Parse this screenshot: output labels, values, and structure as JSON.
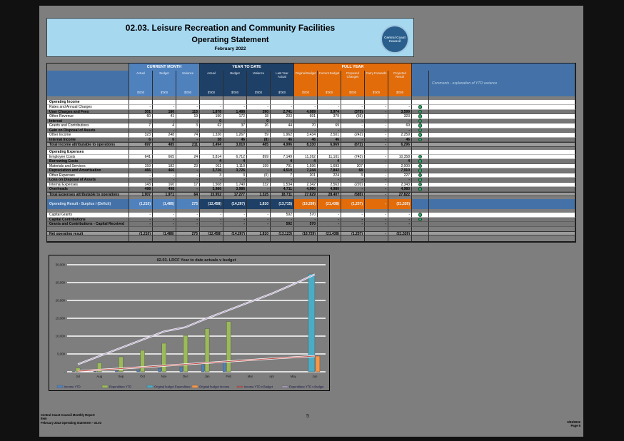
{
  "header": {
    "title_line1": "02.03.  Leisure Recreation and Community Facilities",
    "title_line2": "Operating Statement",
    "date": "February 2022",
    "logo_text": "Central Coast Council"
  },
  "table": {
    "groups": [
      {
        "label": "CURRENT MONTH",
        "cols": 3,
        "color": "#4f81bd"
      },
      {
        "label": "YEAR TO DATE",
        "cols": 4,
        "color": "#1f4066"
      },
      {
        "label": "FULL YEAR",
        "cols": 5,
        "color": "#e36c0a"
      }
    ],
    "comments_header": "Comments - explanation of YTD variance",
    "columns": [
      {
        "group": "Current Month",
        "title": "Actual",
        "unit": "$'000"
      },
      {
        "group": "Current Month",
        "title": "Budget",
        "unit": "$'000"
      },
      {
        "group": "Current Month",
        "title": "Variance",
        "unit": "$'000"
      },
      {
        "group": "Year to Date",
        "title": "Actual",
        "unit": "$'000"
      },
      {
        "group": "Year to Date",
        "title": "Budget",
        "unit": "$'000"
      },
      {
        "group": "Year to Date",
        "title": "Variance",
        "unit": "$'000"
      },
      {
        "group": "Year to Date",
        "title": "Last Year Actual",
        "unit": "$'000"
      },
      {
        "group": "Full Year",
        "title": "Original Budget",
        "unit": "$'000"
      },
      {
        "group": "Full Year",
        "title": "Current Budget",
        "unit": "$'000"
      },
      {
        "group": "Full Year",
        "title": "Proposed Changes",
        "unit": "$'000"
      },
      {
        "group": "Full Year",
        "title": "Carry Forwards",
        "unit": "$'000"
      },
      {
        "group": "Full Year",
        "title": "Projected Result",
        "unit": "$'000"
      }
    ],
    "sections": [
      {
        "header": "Operating Income",
        "rows": [
          {
            "label": "Rates and Annual Charges",
            "style": "light",
            "dot": true,
            "values": [
              "-",
              "-",
              "-",
              "-",
              "-",
              "-",
              "-",
              "-",
              "-",
              "-",
              "-",
              "-"
            ]
          },
          {
            "label": "User Charges and Fees",
            "style": "dark",
            "dot": true,
            "values": [
              "301",
              "186",
              "115",
              "1,878",
              "1,488",
              "390",
              "2,741",
              "4,089",
              "3,974",
              "(375)",
              "-",
              "3,599"
            ]
          },
          {
            "label": "Other Revenue",
            "style": "light",
            "dot": true,
            "values": [
              "60",
              "41",
              "19",
              "190",
              "172",
              "18",
              "203",
              "691",
              "379",
              "(55)",
              "-",
              "323"
            ]
          },
          {
            "label": "Interest",
            "style": "dark",
            "dot": true,
            "values": [
              "-",
              "-",
              "-",
              "0",
              "-",
              "0",
              "-",
              "-",
              "-",
              "-",
              "-",
              "-"
            ]
          },
          {
            "label": "Grants and Contributions",
            "style": "light",
            "dot": true,
            "values": [
              "7",
              "4",
              "3",
              "62",
              "37",
              "26",
              "44",
              "70",
              "69",
              "-",
              "-",
              "69"
            ]
          },
          {
            "label": "Gain on Disposal of Assets",
            "style": "dark",
            "dot": true,
            "values": [
              "-",
              "-",
              "-",
              "-",
              "-",
              "-",
              "-",
              "-",
              "-",
              "-",
              "-",
              "-"
            ]
          },
          {
            "label": "Other Income",
            "style": "light",
            "dot": true,
            "values": [
              "323",
              "248",
              "74",
              "1,326",
              "1,267",
              "59",
              "1,962",
              "3,434",
              "2,501",
              "(242)",
              "-",
              "2,259"
            ]
          },
          {
            "label": "Internal Income",
            "style": "dark",
            "dot": true,
            "values": [
              "6",
              "6",
              "-",
              "38",
              "46",
              "(8)",
              "46",
              "46",
              "46",
              "-",
              "-",
              "46"
            ]
          },
          {
            "label": "Total Income attributable to operations",
            "style": "total",
            "dot": false,
            "values": [
              "697",
              "485",
              "211",
              "3,494",
              "3,010",
              "485",
              "4,996",
              "8,330",
              "6,969",
              "(672)",
              "-",
              "6,296"
            ]
          }
        ]
      },
      {
        "header": "Operating Expenses",
        "rows": [
          {
            "label": "Employee Costs",
            "style": "light",
            "dot": true,
            "values": [
              "641",
              "665",
              "24",
              "5,814",
              "6,712",
              "899",
              "7,149",
              "11,262",
              "11,101",
              "(743)",
              "-",
              "10,358"
            ]
          },
          {
            "label": "Borrowing Costs",
            "style": "dark",
            "dot": true,
            "values": [
              "-",
              "-",
              "-",
              "4",
              "4",
              "-",
              "4",
              "4",
              "4",
              "-",
              "-",
              "4"
            ]
          },
          {
            "label": "Materials and Services",
            "style": "light",
            "dot": true,
            "values": [
              "159",
              "182",
              "23",
              "911",
              "1,110",
              "199",
              "791",
              "1,596",
              "1,693",
              "307",
              "-",
              "2,000"
            ]
          },
          {
            "label": "Depreciation and Amortisation",
            "style": "dark",
            "dot": true,
            "values": [
              "466",
              "466",
              "-",
              "3,726",
              "3,726",
              "-",
              "4,519",
              "7,244",
              "7,842",
              "68",
              "-",
              "7,910"
            ]
          },
          {
            "label": "Other Expenses",
            "style": "light",
            "dot": true,
            "values": [
              "-",
              "-",
              "-",
              "3",
              "3",
              "(0)",
              "7",
              "201",
              "224",
              "3",
              "-",
              "227"
            ]
          },
          {
            "label": "Loss on Disposal of Assets",
            "style": "dark",
            "dot": true,
            "values": [
              "-",
              "-",
              "-",
              "-",
              "-",
              "-",
              "-",
              "-",
              "-",
              "-",
              "-",
              "-"
            ]
          },
          {
            "label": "Internal Expenses",
            "style": "light",
            "dot": true,
            "values": [
              "143",
              "160",
              "17",
              "1,508",
              "1,740",
              "232",
              "1,534",
              "2,342",
              "2,563",
              "(220)",
              "-",
              "2,343"
            ]
          },
          {
            "label": "Overheads",
            "style": "dark",
            "dot": true,
            "values": [
              "498",
              "498",
              "-",
              "3,986",
              "3,986",
              "-",
              "4,711",
              "4,980",
              "4,980",
              "-",
              "-",
              "4,980"
            ]
          },
          {
            "label": "Total Expenses attributable to operations",
            "style": "total",
            "dot": false,
            "values": [
              "1,907",
              "1,971",
              "64",
              "15,952",
              "17,277",
              "1,325",
              "18,711",
              "27,629",
              "28,407",
              "(585)",
              "-",
              "27,822"
            ]
          }
        ]
      }
    ],
    "result_band": {
      "label": "Operating Result - Surplus / (Deficit)",
      "values": [
        "(1,210)",
        "(1,486)",
        "275",
        "(12,458)",
        "(14,267)",
        "1,810",
        "(13,715)",
        "(19,299)",
        "(21,438)",
        "(1,257)",
        "-",
        "(21,526)"
      ]
    },
    "capital_rows": [
      {
        "label": "Capital Grants",
        "style": "light",
        "dot": true,
        "values": [
          "-",
          "-",
          "-",
          "-",
          "-",
          "-",
          "592",
          "570",
          "-",
          "-",
          "-",
          "-"
        ]
      },
      {
        "label": "Capital Contributions",
        "style": "dark",
        "dot": true,
        "values": [
          "-",
          "-",
          "-",
          "-",
          "-",
          "-",
          "-",
          "-",
          "-",
          "-",
          "-",
          "-"
        ]
      },
      {
        "label": "Grants and Contributions - Capital Received",
        "style": "dark",
        "dot": false,
        "values": [
          "-",
          "-",
          "-",
          "-",
          "-",
          "-",
          "592",
          "570",
          "-",
          "-",
          "-",
          "-"
        ]
      }
    ],
    "net_result": {
      "label": "Net operating result",
      "values": [
        "(1,210)",
        "(1,486)",
        "275",
        "(12,458)",
        "(14,267)",
        "1,810",
        "(13,123)",
        "(18,729)",
        "(21,438)",
        "(1,257)",
        "-",
        "(21,526)"
      ]
    }
  },
  "chart_data": {
    "type": "combo",
    "title": "02.03. LRCF Year to date actuals v budget",
    "categories": [
      "Jul",
      "Aug",
      "Sep",
      "Oct",
      "Nov",
      "Dec",
      "Jan",
      "Feb",
      "Mar",
      "Apr",
      "May",
      "Jun"
    ],
    "y_axis": {
      "min": 0,
      "max": 30000,
      "step": 5000,
      "zero_label": "-"
    },
    "grid": true,
    "legend_position": "bottom",
    "plot_bg": "#7e7e7e",
    "series": [
      {
        "name": "Income YTD",
        "type": "bar",
        "color": "#4f81bd",
        "values": [
          100,
          150,
          250,
          550,
          950,
          1350,
          2050,
          2850,
          null,
          null,
          null,
          null
        ]
      },
      {
        "name": "Expenditure YTD",
        "type": "bar",
        "color": "#9bbb59",
        "values": [
          1100,
          2500,
          4200,
          6000,
          8000,
          10200,
          12100,
          14100,
          null,
          null,
          null,
          null
        ]
      },
      {
        "name": "Original budget Expenditure",
        "type": "bar",
        "color": "#4bacc6",
        "values": [
          null,
          null,
          null,
          null,
          null,
          null,
          null,
          null,
          null,
          null,
          null,
          27400
        ]
      },
      {
        "name": "Original budget Income",
        "type": "bar",
        "color": "#f79646",
        "values": [
          null,
          null,
          null,
          null,
          null,
          null,
          null,
          null,
          null,
          null,
          null,
          4400
        ]
      },
      {
        "name": "Income YTD v Budget",
        "type": "line",
        "color": "#c0504d",
        "values": [
          180,
          550,
          900,
          1300,
          1700,
          2100,
          2500,
          2900,
          3300,
          3700,
          4050,
          4400
        ]
      },
      {
        "name": "Expenditure YTD v Budget",
        "type": "line",
        "color": "#b2a2c7",
        "values": [
          2100,
          4400,
          6700,
          9000,
          11300,
          12500,
          15000,
          17300,
          19600,
          21900,
          24500,
          27300
        ]
      }
    ]
  },
  "footer": {
    "left_lines": [
      "Central Coast Council Monthly Report",
      "Item",
      "February 2022 Operating Statement - 02.03"
    ],
    "page_number": "5",
    "right_lines": [
      "9/03/2022",
      "Page 5"
    ]
  }
}
